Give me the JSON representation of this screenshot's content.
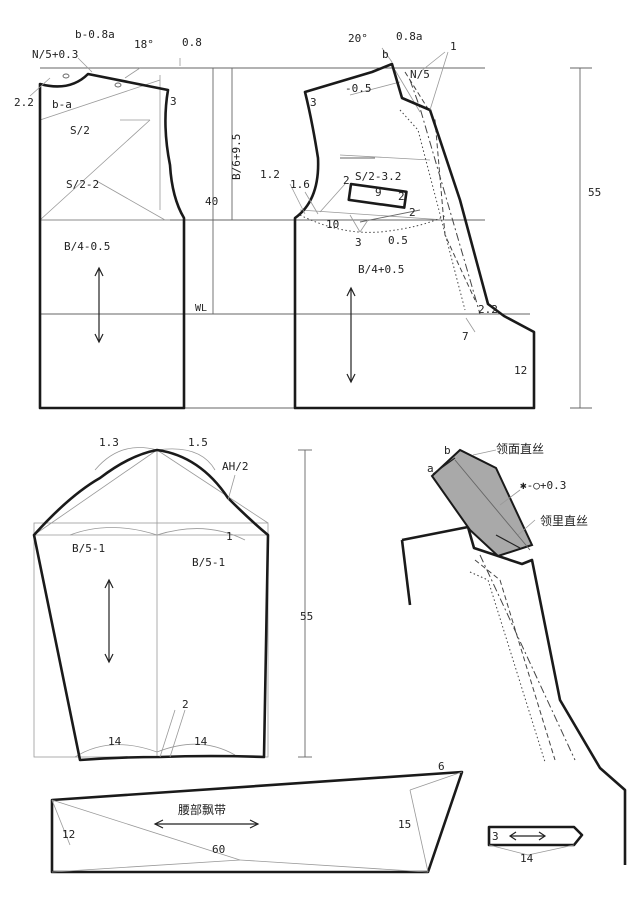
{
  "labels": {
    "back": {
      "neck_top": "b-0.8a",
      "neck_left": "N/5+0.3",
      "angle": "18°",
      "shoulder": "0.8",
      "side_22": "2.2",
      "b_minus_a": "b-a",
      "s2": "S/2",
      "three": "3",
      "s2_2": "S/2-2",
      "b4": "B/4-0.5",
      "wl": "WL",
      "depth": "B/6+9.5",
      "forty": "40"
    },
    "front": {
      "angle": "20°",
      "neck_top": "0.8a",
      "b_small": "b",
      "one": "1",
      "n5": "N/5",
      "three": "3",
      "minus05": "-0.5",
      "s2_32": "S/2-3.2",
      "one_two": "1.2",
      "one_six": "1.6",
      "two_a": "2",
      "nine": "9",
      "two_b": "2",
      "two_c": "2",
      "ten": "10",
      "three_b": "3",
      "half": "0.5",
      "b4": "B/4+0.5",
      "two_two": "2.2",
      "seven": "7",
      "twelve": "12",
      "fifty_five": "55"
    },
    "sleeve": {
      "one_three": "1.3",
      "one_five": "1.5",
      "ah2": "AH/2",
      "one": "1",
      "b5_left": "B/5-1",
      "b5_right": "B/5-1",
      "fifty_five": "55",
      "two": "2",
      "fourteen_left": "14",
      "fourteen_right": "14"
    },
    "collar": {
      "b": "b",
      "a": "a",
      "face_grain": "领面直丝",
      "formula": "✱-○+0.3",
      "lining_grain": "领里直丝"
    },
    "belt": {
      "name": "腰部飘带",
      "twelve": "12",
      "sixty": "60",
      "fifteen": "15",
      "six": "6"
    },
    "tab": {
      "three": "3",
      "fourteen": "14"
    }
  },
  "colors": {
    "ink": "#1a1a1a",
    "collar_fill": "#a9a9a9"
  }
}
